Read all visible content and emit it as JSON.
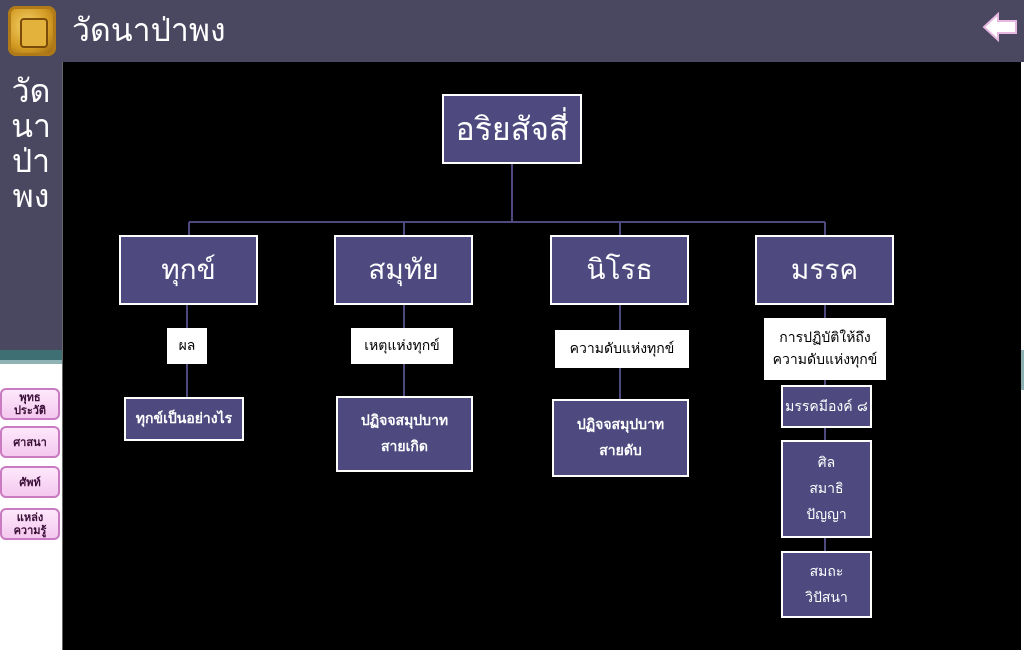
{
  "header": {
    "title": "วัดนาป่าพง"
  },
  "sidebar": {
    "vertical_title": "วัด\nนา\nป่า\nพง"
  },
  "nav": [
    {
      "label": "พุทธ\nประวัติ"
    },
    {
      "label": "ศาสนา"
    },
    {
      "label": "ศัพท์"
    },
    {
      "label": "แหล่ง\nความรู้"
    }
  ],
  "diagram": {
    "root": "อริยสัจสี่",
    "branches": [
      {
        "label": "ทุกข์",
        "note": "ผล",
        "children": [
          "ทุกข์เป็นอย่างไร"
        ]
      },
      {
        "label": "สมุทัย",
        "note": "เหตุแห่งทุกข์",
        "children": [
          "ปฏิจจสมุปบาท\nสายเกิด"
        ]
      },
      {
        "label": "นิโรธ",
        "note": "ความดับแห่งทุกข์",
        "children": [
          "ปฏิจจสมุปบาท\nสายดับ"
        ]
      },
      {
        "label": "มรรค",
        "note": "การปฏิบัติให้ถึง\nความดับแห่งทุกข์",
        "children": [
          "มรรคมีองค์ ๘",
          "ศิล\nสมาธิ\nปัญญา",
          "สมถะ\nวิปัสนา"
        ]
      }
    ]
  },
  "colors": {
    "bar": "#4a4760",
    "box": "#4e4a80",
    "line": "#4e4a80",
    "panel": "#000000"
  }
}
